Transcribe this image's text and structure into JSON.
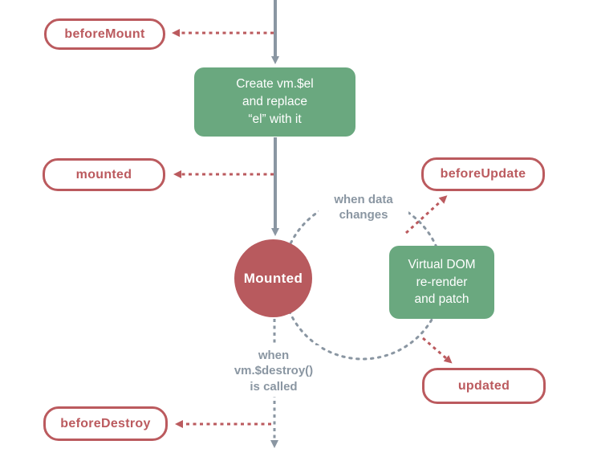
{
  "colors": {
    "red": "#bb5a5e",
    "green": "#6aa87f",
    "gray": "#8a96a2",
    "background": "#ffffff"
  },
  "badges": {
    "before_mount": "beforeMount",
    "mounted": "mounted",
    "before_update": "beforeUpdate",
    "updated": "updated",
    "before_destroy": "beforeDestroy"
  },
  "boxes": {
    "create_el": {
      "lines": [
        "Create vm.$el",
        "and replace",
        "“el” with it"
      ]
    },
    "virtual_dom": {
      "lines": [
        "Virtual DOM",
        "re-render",
        "and patch"
      ]
    }
  },
  "circle": {
    "label": "Mounted"
  },
  "annotations": {
    "when_data_changes": {
      "lines": [
        "when data",
        "changes"
      ]
    },
    "when_destroy": {
      "lines": [
        "when",
        "vm.$destroy()",
        "is called"
      ]
    }
  }
}
